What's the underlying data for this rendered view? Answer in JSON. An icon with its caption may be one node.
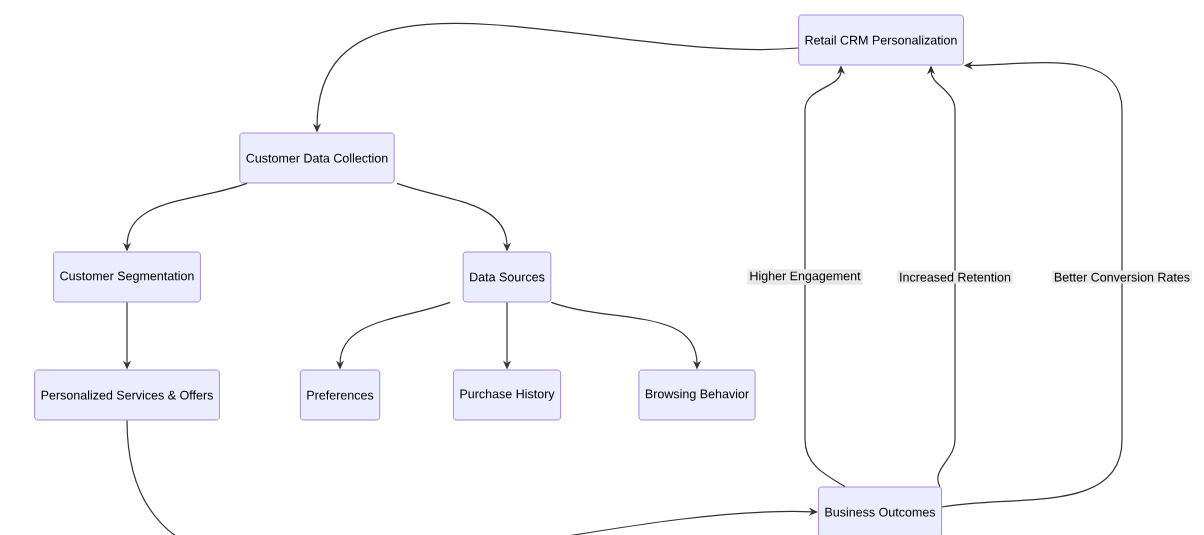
{
  "diagram": {
    "nodes": [
      {
        "text": [
          "Retail CRM Personalization"
        ]
      },
      {
        "text": [
          "Customer Data Collection"
        ]
      },
      {
        "text": [
          "Customer Segmentation"
        ]
      },
      {
        "text": [
          "Data Sources"
        ]
      },
      {
        "text": [
          "Personalized Services & Offers"
        ]
      },
      {
        "text": [
          "Preferences"
        ]
      },
      {
        "text": [
          "Purchase History"
        ]
      },
      {
        "text": [
          "Browsing Behavior"
        ]
      },
      {
        "text": [
          "Business Outcomes"
        ]
      }
    ],
    "edges": [
      {
        "from": 0,
        "to": 1,
        "arrow": "to"
      },
      {
        "from": 1,
        "to": 2,
        "arrow": "to"
      },
      {
        "from": 1,
        "to": 3,
        "arrow": "to"
      },
      {
        "from": 2,
        "to": 4,
        "arrow": "to"
      },
      {
        "from": 3,
        "to": 5,
        "arrow": "to"
      },
      {
        "from": 3,
        "to": 6,
        "arrow": "to"
      },
      {
        "from": 3,
        "to": 7,
        "arrow": "to"
      },
      {
        "from": 4,
        "to": 8,
        "arrow": "to"
      },
      {
        "from": 8,
        "to": 0,
        "label": "Higher Engagement",
        "arrow": "to"
      },
      {
        "from": 8,
        "to": 0,
        "label": "Increased Retention",
        "arrow": "to"
      },
      {
        "from": 8,
        "to": 0,
        "label": "Better Conversion Rates",
        "arrow": "to"
      }
    ]
  }
}
